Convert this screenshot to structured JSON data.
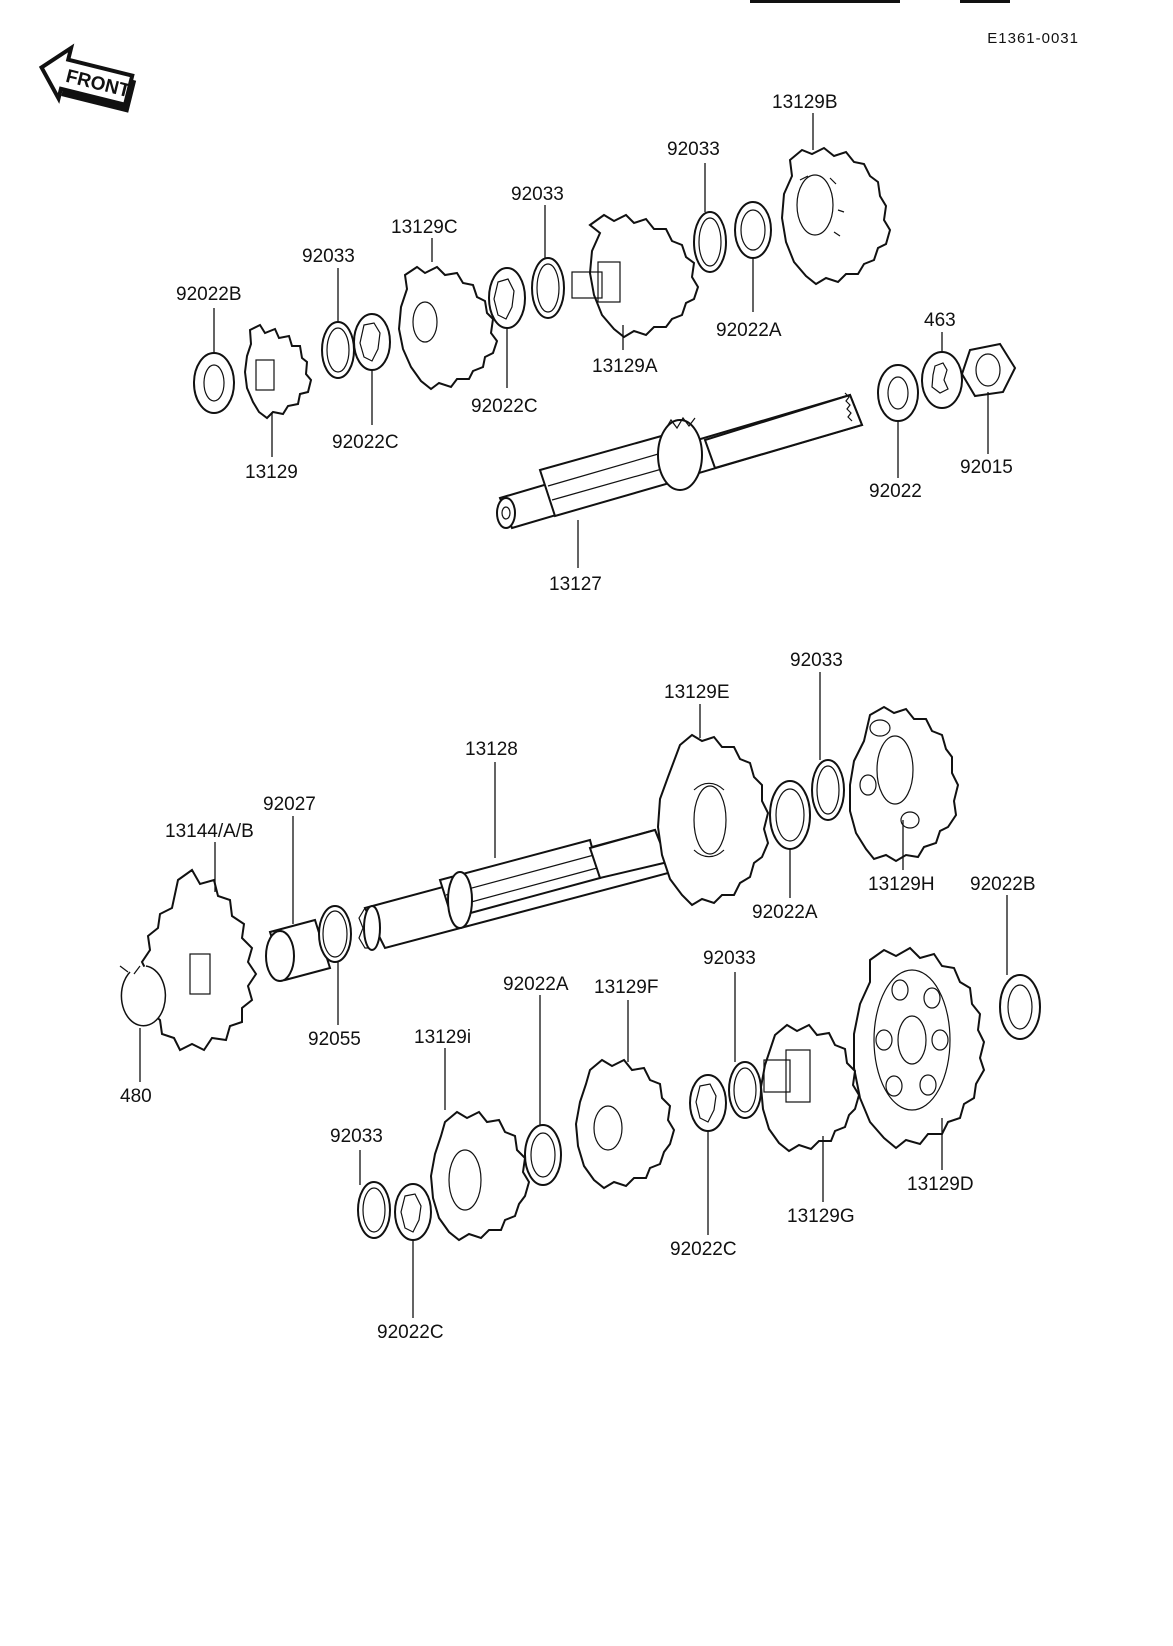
{
  "header": {
    "front_label": "FRONT",
    "ref_code": "E1361-0031"
  },
  "labels": [
    {
      "id": "92022B_a",
      "text": "92022B"
    },
    {
      "id": "92033_a",
      "text": "92033"
    },
    {
      "id": "13129C",
      "text": "13129C"
    },
    {
      "id": "92033_b",
      "text": "92033"
    },
    {
      "id": "92033_c",
      "text": "92033"
    },
    {
      "id": "13129B",
      "text": "13129B"
    },
    {
      "id": "92022A_a",
      "text": "92022A"
    },
    {
      "id": "463",
      "text": "463"
    },
    {
      "id": "13129A",
      "text": "13129A"
    },
    {
      "id": "92022C_a",
      "text": "92022C"
    },
    {
      "id": "92022C_b",
      "text": "92022C"
    },
    {
      "id": "13129",
      "text": "13129"
    },
    {
      "id": "92015",
      "text": "92015"
    },
    {
      "id": "92022",
      "text": "92022"
    },
    {
      "id": "13127",
      "text": "13127"
    },
    {
      "id": "92033_d",
      "text": "92033"
    },
    {
      "id": "13129E",
      "text": "13129E"
    },
    {
      "id": "13128",
      "text": "13128"
    },
    {
      "id": "92027",
      "text": "92027"
    },
    {
      "id": "13144AB",
      "text": "13144/A/B"
    },
    {
      "id": "13129H",
      "text": "13129H"
    },
    {
      "id": "92022B_b",
      "text": "92022B"
    },
    {
      "id": "92022A_b",
      "text": "92022A"
    },
    {
      "id": "92033_e",
      "text": "92033"
    },
    {
      "id": "13129F",
      "text": "13129F"
    },
    {
      "id": "92022A_c",
      "text": "92022A"
    },
    {
      "id": "13129i",
      "text": "13129i"
    },
    {
      "id": "92055",
      "text": "92055"
    },
    {
      "id": "480",
      "text": "480"
    },
    {
      "id": "92033_f",
      "text": "92033"
    },
    {
      "id": "13129D",
      "text": "13129D"
    },
    {
      "id": "13129G",
      "text": "13129G"
    },
    {
      "id": "92022C_c",
      "text": "92022C"
    },
    {
      "id": "92022C_d",
      "text": "92022C"
    }
  ]
}
